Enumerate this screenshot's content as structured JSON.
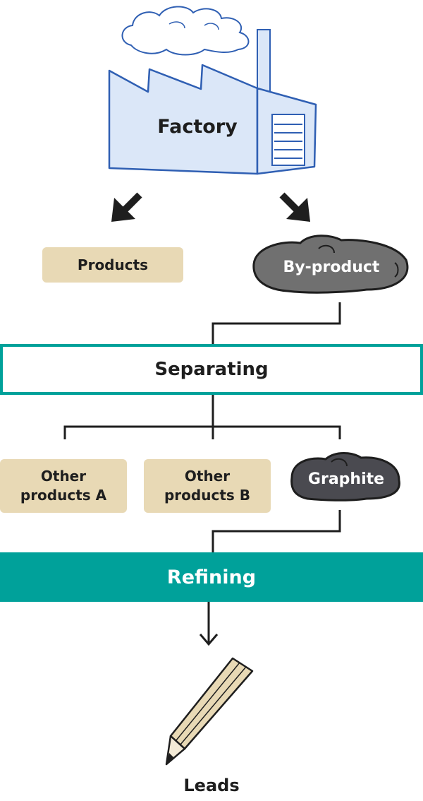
{
  "nodes": {
    "factory": "Factory",
    "products": "Products",
    "by_product": "By-product",
    "separating": "Separating",
    "other_a": "Other\nproducts A",
    "other_b": "Other\nproducts B",
    "graphite": "Graphite",
    "refining": "Refining",
    "leads": "Leads"
  },
  "colors": {
    "factory_fill": "#dbe7f8",
    "factory_stroke": "#2f5fb3",
    "product_box": "#e8d9b5",
    "rock_fill": "#707070",
    "rock_stroke": "#1e1e1e",
    "teal": "#00a19a",
    "line": "#1e1e1e"
  }
}
